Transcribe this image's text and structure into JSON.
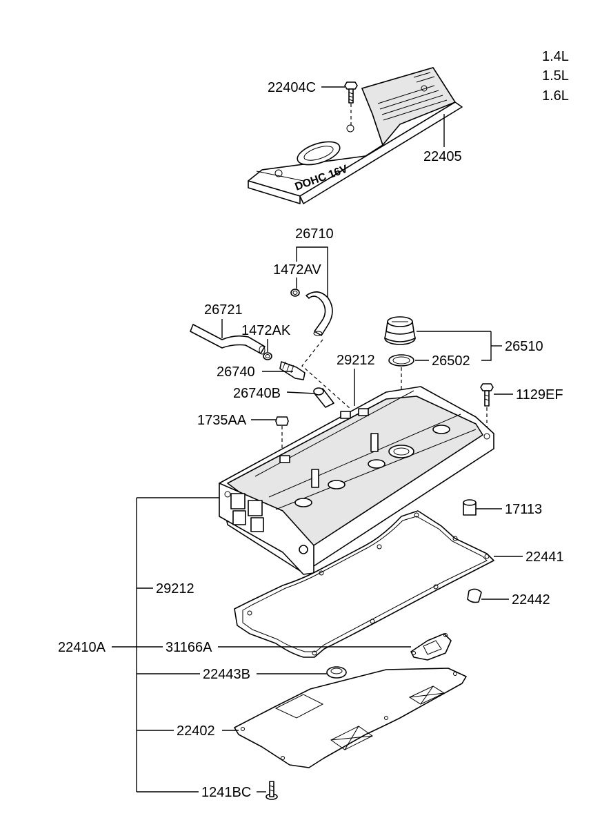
{
  "engine_variants": [
    "1.4L",
    "1.5L",
    "1.6L"
  ],
  "cover_emblem_text": "DOHC 16V",
  "labels": {
    "p22404C": "22404C",
    "p22405": "22405",
    "p26710": "26710",
    "p1472AV": "1472AV",
    "p26721": "26721",
    "p1472AK": "1472AK",
    "p26510": "26510",
    "p29212_top": "29212",
    "p26502": "26502",
    "p26740": "26740",
    "p26740B": "26740B",
    "p1129EF": "1129EF",
    "p1735AA": "1735AA",
    "p17113": "17113",
    "p22441": "22441",
    "p29212_left": "29212",
    "p22442": "22442",
    "p22410A": "22410A",
    "p31166A": "31166A",
    "p22443B": "22443B",
    "p22402": "22402",
    "p1241BC": "1241BC"
  }
}
